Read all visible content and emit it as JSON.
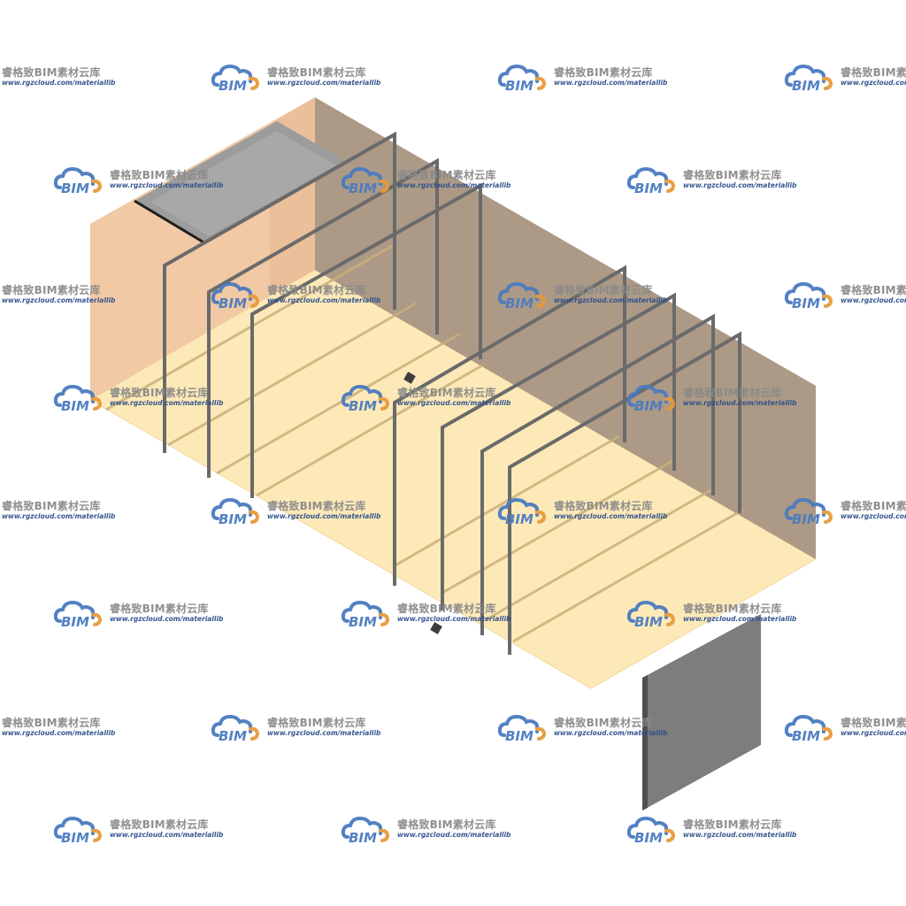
{
  "watermark": {
    "brand": "睿格致BIM素材云库",
    "url": "www.rgzcloud.com/materiallib",
    "logo_text": "BIM",
    "logo_icon": "cloud-bim-logo-icon",
    "colors": {
      "cloud_blue": "#4a7bc0",
      "cloud_orange": "#e89a3a",
      "title_gray": "#8a8a8a",
      "url_blue": "#2d4f8c"
    }
  },
  "model": {
    "subject": "container-room-3d-model",
    "colors": {
      "floor": "#fde9b8",
      "floor_edge": "#f2d79c",
      "back_wall": "#a89380",
      "left_wall": "#f1c9a4",
      "left_inner_wall": "#e8b994",
      "roof_panel": "#9c9c9c",
      "roof_panel_top": "#b3b3b3",
      "frame": "#6a6a6a",
      "frame_dark": "#3d3d3d",
      "rail": "#c9b07a",
      "detached_panel": "#7d7d7d",
      "detached_panel_edge": "#505050"
    }
  }
}
